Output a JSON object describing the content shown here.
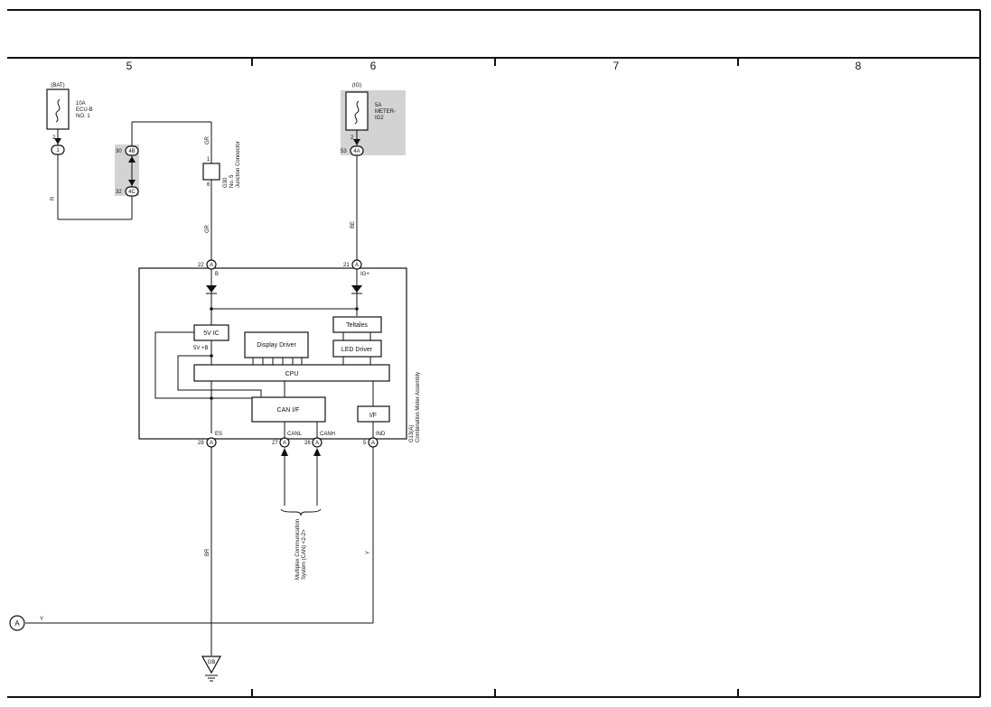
{
  "columns": [
    "5",
    "6",
    "7",
    "8"
  ],
  "fuses": [
    {
      "source": "(BAT)",
      "name": "10A\nECU-B\nNO. 1",
      "pin": "2",
      "connector": "1"
    },
    {
      "source": "(IG)",
      "name": "5A\nMETER-\nIG2",
      "pin": "2",
      "pin_num": "53",
      "connector": "4A"
    }
  ],
  "junction": {
    "pins": [
      {
        "num": "30",
        "conn": "4B"
      },
      {
        "num": "32",
        "conn": "4C"
      }
    ]
  },
  "connector_g30": {
    "code": "G30",
    "name": "No. 5\nJunction Connector",
    "pin_top": "1",
    "pin_bottom": "6"
  },
  "wires": {
    "r": "R",
    "gr": "GR",
    "be": "BE",
    "br": "BR",
    "y": "Y"
  },
  "meter": {
    "label": "G13(A)\nCombination Meter Assembly",
    "conn_letter": "A",
    "pins": [
      {
        "num": "22",
        "name": "B"
      },
      {
        "num": "21",
        "name": "IG+"
      },
      {
        "num": "28",
        "name": "ES"
      },
      {
        "num": "27",
        "name": "CANL"
      },
      {
        "num": "26",
        "name": "CANH"
      },
      {
        "num": "5",
        "name": "IND"
      }
    ],
    "blocks": {
      "ic": "5V IC",
      "ic_out": "5V +B",
      "display": "Display Driver",
      "teltales": "Teltales",
      "led": "LED Driver",
      "cpu": "CPU",
      "can": "CAN I/F",
      "if": "I/F"
    }
  },
  "can_bus": "Multiplex Communication\nSystem (CAN) <2-2>",
  "ground": "GB",
  "offpage": "A"
}
